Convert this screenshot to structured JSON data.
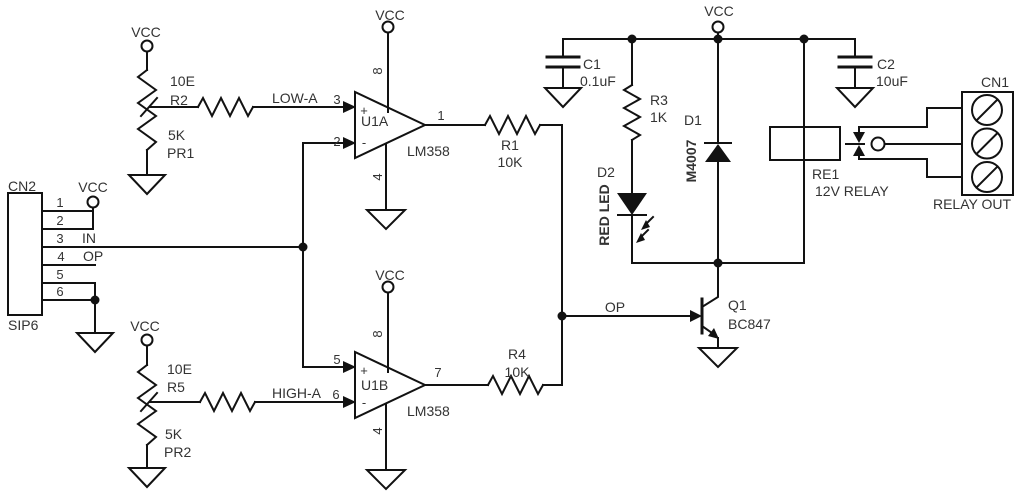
{
  "colors": {
    "background": "#ffffff",
    "wire": "#121212",
    "text": "#333333"
  },
  "power": {
    "vcc": "VCC"
  },
  "cn2": {
    "ref": "CN2",
    "type": "SIP6",
    "pins": [
      "1",
      "2",
      "3",
      "4",
      "5",
      "6"
    ],
    "net_in": "IN",
    "net_op": "OP"
  },
  "pot1": {
    "series_value": "10E",
    "series_ref": "R2",
    "value": "5K",
    "ref": "PR1",
    "net": "LOW-A",
    "pin": "3"
  },
  "pot2": {
    "series_value": "10E",
    "series_ref": "R5",
    "value": "5K",
    "ref": "PR2",
    "net": "HIGH-A",
    "pin": "6"
  },
  "u1a": {
    "ref": "U1A",
    "part": "LM358",
    "pin_out": "1",
    "pin_vcc": "8",
    "pin_gnd": "4",
    "pin_inv": "2",
    "plus": "+",
    "minus": "-"
  },
  "u1b": {
    "ref": "U1B",
    "part": "LM358",
    "pin_out": "7",
    "pin_vcc": "8",
    "pin_gnd": "4",
    "pin_nin": "5",
    "plus": "+",
    "minus": "-"
  },
  "r1": {
    "ref": "R1",
    "value": "10K"
  },
  "r3": {
    "ref": "R3",
    "value": "1K"
  },
  "r4": {
    "ref": "R4",
    "value": "10K"
  },
  "c1": {
    "ref": "C1",
    "value": "0.1uF"
  },
  "c2": {
    "ref": "C2",
    "value": "10uF"
  },
  "d1": {
    "ref": "D1",
    "value": "M4007"
  },
  "d2": {
    "ref": "D2",
    "value": "RED LED"
  },
  "q1": {
    "ref": "Q1",
    "value": "BC847"
  },
  "re1": {
    "ref": "RE1",
    "value": "12V RELAY"
  },
  "cn1": {
    "ref": "CN1",
    "label": "RELAY OUT"
  },
  "nets": {
    "op": "OP"
  }
}
